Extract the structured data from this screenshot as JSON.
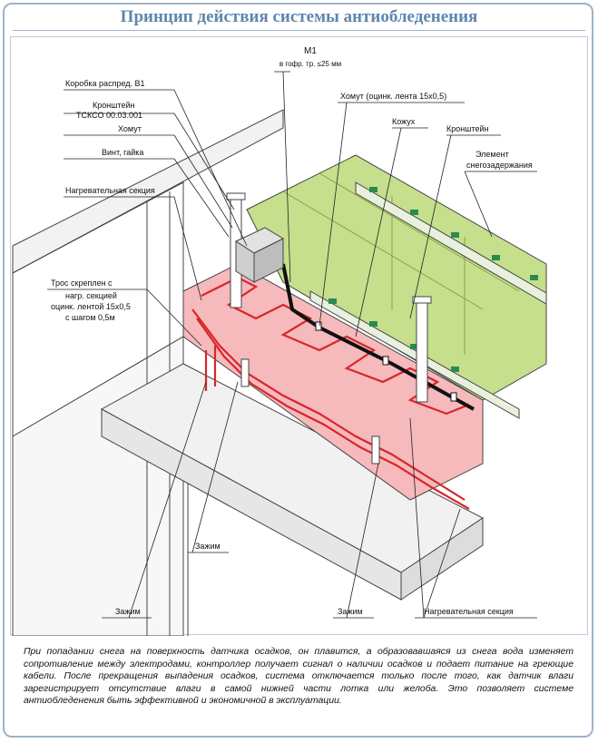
{
  "title": "Принцип действия системы антиобледенения",
  "labels": {
    "m1": "М1",
    "m1_sub": "в гофр. тр. ≤25 мм",
    "box": "Коробка распред. В1",
    "bracket_code_1": "Кронштейн",
    "bracket_code_2": "ТСКСО 00.03.001",
    "clamp_top": "Хомут",
    "screw_nut": "Винт, гайка",
    "clamp_band": "Хомут (оцинк. лента 15х0,5)",
    "casing": "Кожух",
    "bracket": "Кронштейн",
    "snow_guard_1": "Элемент",
    "snow_guard_2": "снегозадержания",
    "heating_section_left": "Нагревательная секция",
    "rope_1": "Трос скреплен с",
    "rope_2": "нагр. секцией",
    "rope_3": "оцинк. лентой 15х0,5",
    "rope_4": "с шагом 0,5м",
    "clamp_middle": "Зажим",
    "clamp_bottom_left": "Зажим",
    "clamp_bottom_right": "Зажим",
    "heating_section_bottom": "Нагревательная секция"
  },
  "colors": {
    "roof_green": "#c5df8c",
    "heated_zone": "#f6b9bc",
    "heating_cable": "#d7262b",
    "frame_border": "#9fb3c8",
    "title_color": "#5f86ad"
  },
  "caption": "При попадании снега на поверхность датчика осадков, он плавится, а образовавшаяся из снега вода изменяет сопротивление между электродами, контроллер получает сигнал о наличии осадков и подает питание на греющие кабели. После прекращения выпадения осадков, система отключается только после того, как датчик влаги зарегистрирует отсутствие влаги в самой нижней части лотка или желоба. Это позволяет системе антиобледенения быть эффективной и экономичной в эксплуатации."
}
